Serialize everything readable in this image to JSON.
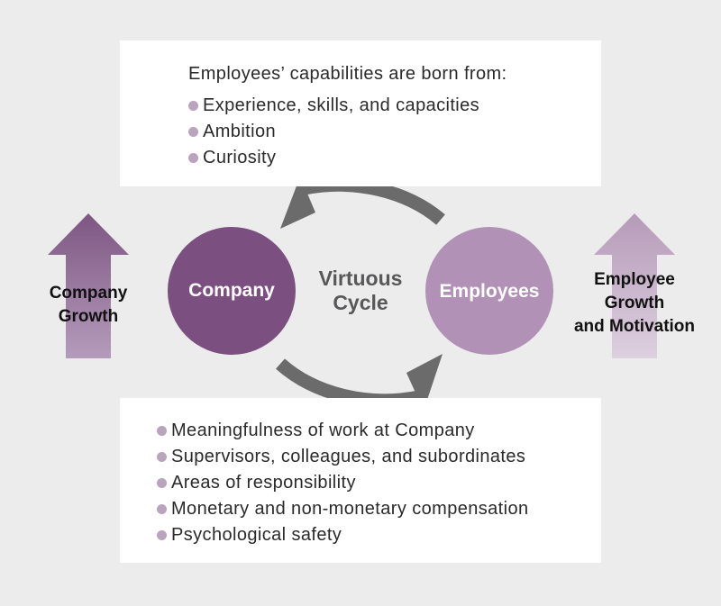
{
  "top_box": {
    "heading": "Employees’ capabilities are born from:",
    "items": [
      "Experience, skills, and capacities",
      "Ambition",
      "Curiosity"
    ]
  },
  "bottom_box": {
    "items": [
      "Meaningfulness of work at Company",
      "Supervisors, colleagues, and subordinates",
      "Areas of responsibility",
      "Monetary and non-monetary compensation",
      "Psychological safety"
    ]
  },
  "cycle": {
    "label_line1": "Virtuous",
    "label_line2": "Cycle",
    "left_node": "Company",
    "right_node": "Employees"
  },
  "side_arrows": {
    "left_line1": "Company",
    "left_line2": "Growth",
    "right_line1": "Employee",
    "right_line2": "Growth",
    "right_line3": "and Motivation"
  },
  "colors": {
    "background": "#ececec",
    "company_purple": "#7b4f80",
    "employees_lilac": "#b192b6",
    "bullet_dot": "#b9a3bd",
    "cycle_arrow_gray": "#6b6b6b",
    "left_arrow_top": "#7d5682",
    "left_arrow_bottom": "#b59bbb",
    "right_arrow_top": "#b69ab9",
    "right_arrow_bottom": "#ddd0df"
  }
}
